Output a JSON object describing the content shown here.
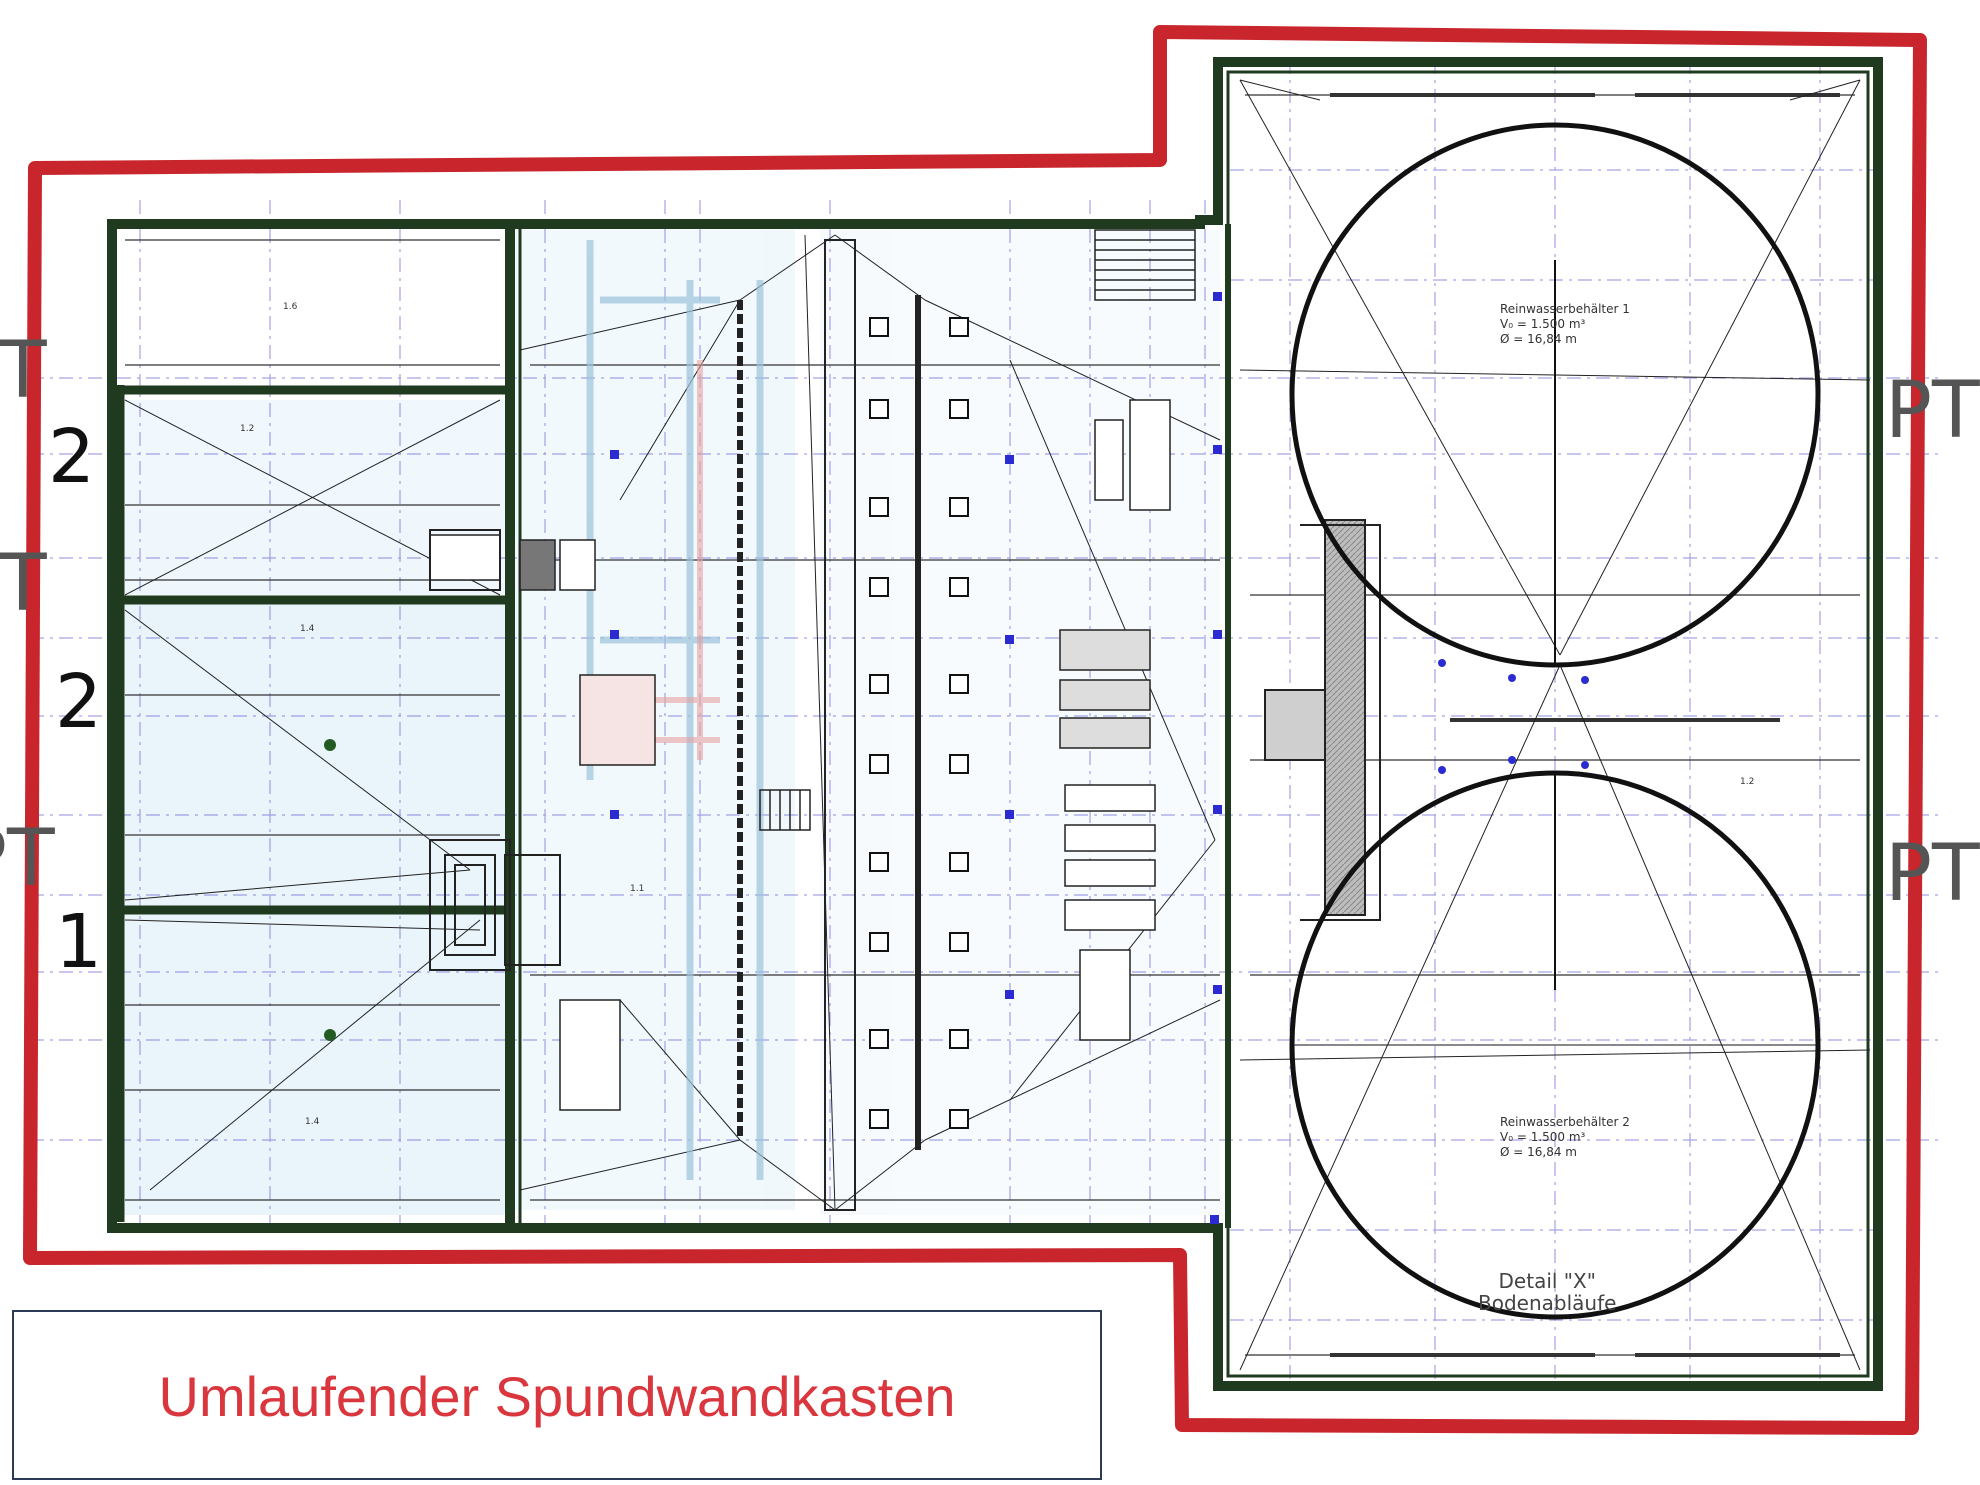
{
  "caption": "Umlaufender Spundwandkasten",
  "colors": {
    "boundary": "#c8262c",
    "walls": "#1f3a1f",
    "grid": "#5a5acf",
    "fill_light": "#dceef8",
    "caption_text": "#d9363e"
  },
  "side_marks": {
    "left": [
      "2",
      "2",
      "1"
    ],
    "left_pt": [
      "PT",
      "PT",
      "PT"
    ],
    "right_pt": [
      "PT",
      "PT"
    ]
  },
  "tank_1": {
    "name": "Reinwasserbehälter 1",
    "volume": "V₀ = 1.500 m³",
    "diameter": "Ø = 16,84 m"
  },
  "tank_2": {
    "name": "Reinwasserbehälter 2",
    "volume": "V₀ = 1.500 m³",
    "diameter": "Ø = 16,84 m"
  },
  "detail": {
    "line1": "Detail \"X\"",
    "line2": "Bodenabläufe"
  },
  "room_labels": [
    "1.6",
    "1.2",
    "1.4",
    "1.4",
    "1.1",
    "1.2"
  ],
  "icons": [
    "stair-icon"
  ]
}
